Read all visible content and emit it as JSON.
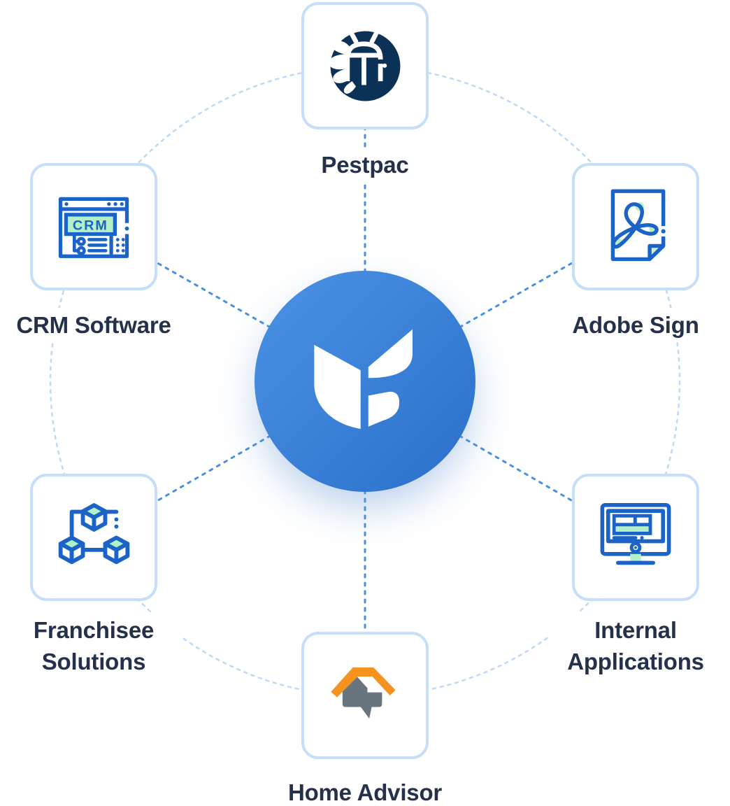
{
  "diagram_title": "integration-wheel",
  "hub": {
    "icon": "leaf-logo",
    "gradient": [
      "#4b93e6",
      "#2a6fc9"
    ]
  },
  "ring": {
    "color": "#bdd9f7",
    "style": "dotted-circle"
  },
  "connectors": {
    "color": "#4a8fe0",
    "style": "dotted-line"
  },
  "nodes": [
    {
      "label": "Pestpac",
      "icon": "pestpac-bug-icon",
      "position": "top"
    },
    {
      "label": "Adobe Sign",
      "icon": "adobe-sign-document-icon",
      "position": "top-right"
    },
    {
      "label": "Internal Applications",
      "icon": "internal-applications-monitor-icon",
      "position": "bottom-right"
    },
    {
      "label": "Home Advisor",
      "icon": "home-advisor-house-icon",
      "position": "bottom"
    },
    {
      "label": "Franchisee Solutions",
      "icon": "franchisee-cubes-icon",
      "position": "bottom-left"
    },
    {
      "label": "CRM Software",
      "icon": "crm-browser-icon",
      "position": "top-left"
    }
  ],
  "crm_icon": {
    "text": "CRM"
  },
  "colors": {
    "card_border": "#c5def9",
    "icon_stroke_blue": "#1b63c6",
    "mint": "#b3efc7",
    "navy": "#0c3156",
    "orange": "#f6921e",
    "gray": "#68747e",
    "label_text": "#25304a"
  }
}
